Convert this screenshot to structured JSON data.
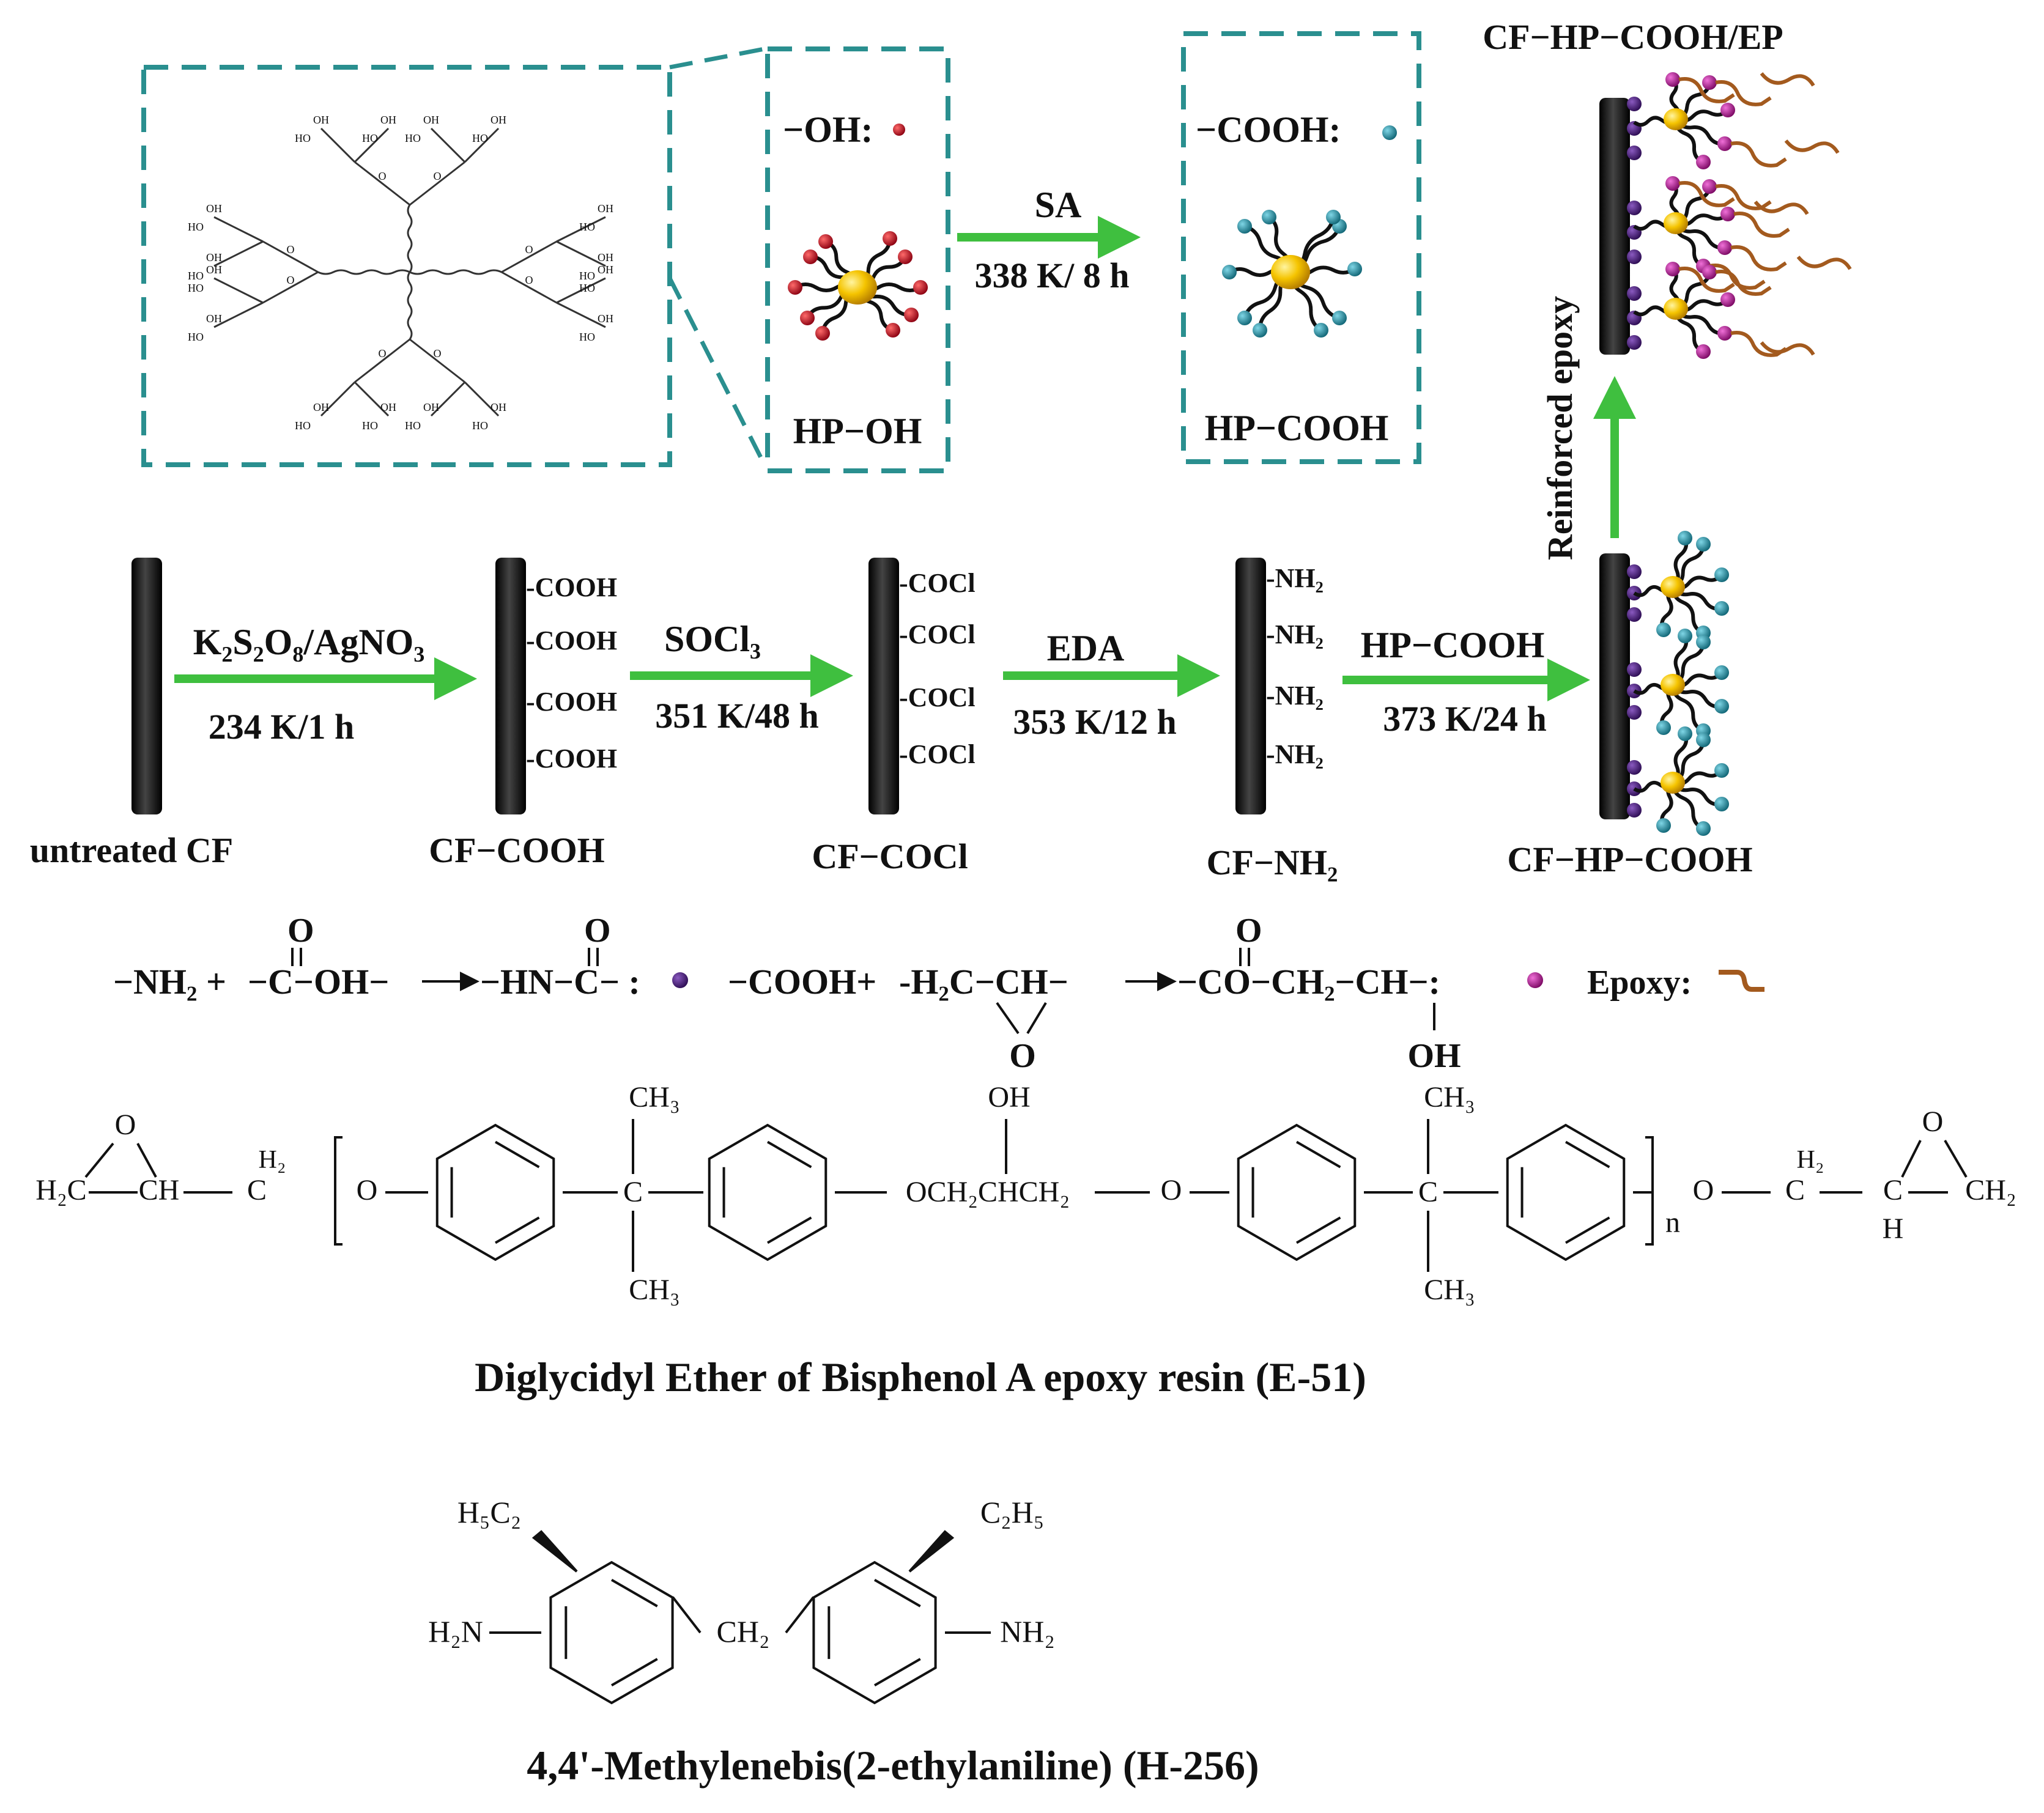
{
  "steps": {
    "s1": {
      "reagent": "K₂S₂O₈/AgNO₃",
      "condition": "234 K/1 h"
    },
    "s2": {
      "reagent": "SOCl₃",
      "condition": "351 K/48 h"
    },
    "s3": {
      "reagent": "EDA",
      "condition": "353 K/12 h"
    },
    "s4": {
      "reagent": "HP−COOH",
      "condition": "373 K/24 h"
    },
    "top": {
      "reagent": "SA",
      "condition": "338 K/ 8 h"
    },
    "vertical": {
      "label": "Reinforced epoxy"
    }
  },
  "fibers": {
    "f1": {
      "label": "untreated CF",
      "groups": []
    },
    "f2": {
      "label": "CF−COOH",
      "groups": [
        "-COOH",
        "-COOH",
        "-COOH",
        "-COOH"
      ]
    },
    "f3": {
      "label": "CF−COCl",
      "groups": [
        "-COCl",
        "-COCl",
        "-COCl",
        "-COCl"
      ]
    },
    "f4": {
      "label": "CF−NH₂",
      "groups": [
        "-NH₂",
        "-NH₂",
        "-NH₂",
        "-NH₂"
      ]
    },
    "f5": {
      "label": "CF−HP−COOH"
    },
    "f6": {
      "label": "CF−HP−COOH/EP"
    }
  },
  "boxes": {
    "hpoh": {
      "legend": "−OH:",
      "label": "HP−OH"
    },
    "hpcooh": {
      "legend": "−COOH:",
      "label": "HP−COOH"
    }
  },
  "dendrimer_labels": {
    "ho": "HO",
    "oh": "OH",
    "o": "O"
  },
  "reactions": {
    "r1": {
      "lhs1": "−NH₂ +",
      "lhs2": "−C−OH−",
      "carbonyl": "O",
      "product": "−HN−C−  :"
    },
    "r2": {
      "lhs1": "−COOH+",
      "lhs2": "-H₂C−CH−",
      "ring_o": "O",
      "product": "−CO−CH₂−CH−:",
      "product_o": "O",
      "product_oh": "OH"
    },
    "epoxy_legend": "Epoxy:"
  },
  "dgeba": {
    "name": "Diglycidyl Ether of Bisphenol A epoxy resin (E-51)",
    "labels": {
      "h2c": "H₂C",
      "ch": "CH",
      "c_h2": "C",
      "h2": "H₂",
      "o": "O",
      "ch3": "CH₃",
      "c": "C",
      "oh": "OH",
      "och2chch2": "OCH₂CHCH₂",
      "n": "n",
      "h": "H",
      "ch2": "CH₂"
    }
  },
  "h256": {
    "name": "4,4'-Methylenebis(2-ethylaniline) (H-256)",
    "labels": {
      "h5c2": "H₅C₂",
      "c2h5": "C₂H₅",
      "h2n": "H₂N",
      "nh2": "NH₂",
      "ch2": "CH₂"
    }
  },
  "colors": {
    "teal": "#2a8f8f",
    "green_arrow": "#3fbf3f",
    "red": "#b3001b",
    "cyan": "#1f8aa0",
    "gold": "#f0b800",
    "purple": "#4b1d78",
    "magenta": "#b0178f",
    "brown": "#a35a1e",
    "fiber": "#111111"
  }
}
